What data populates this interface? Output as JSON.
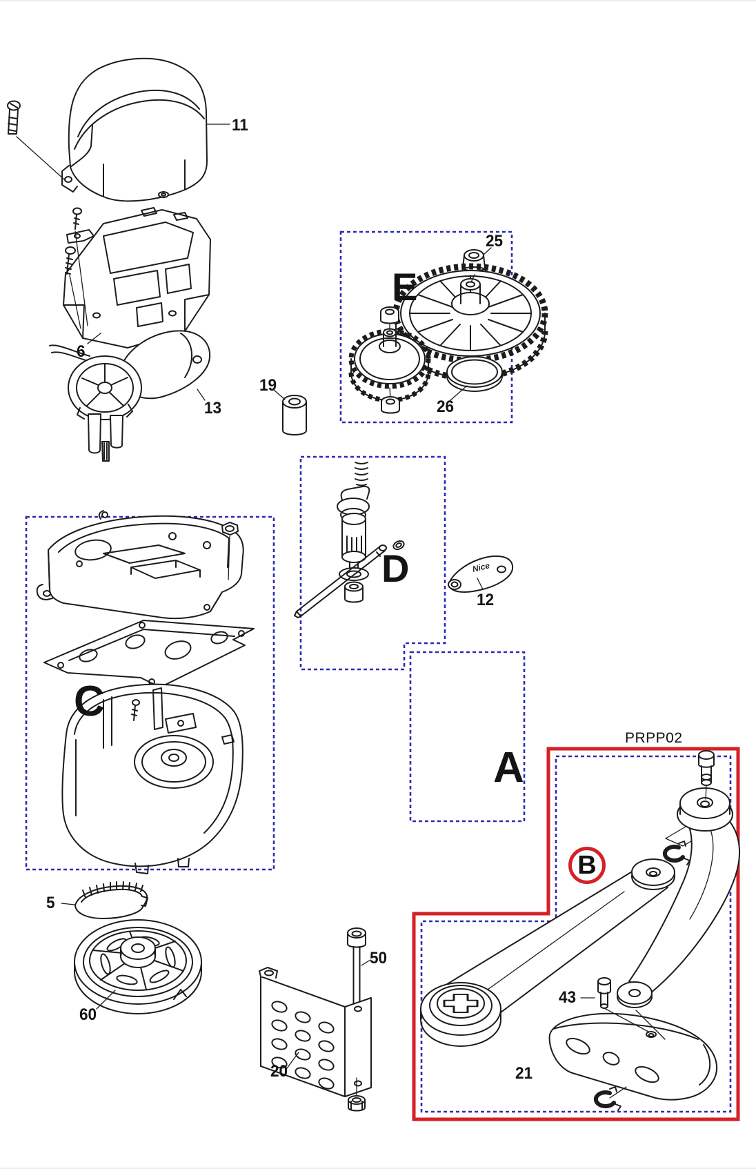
{
  "product_code": "PRPP02",
  "sections": {
    "a": "A",
    "b": "B",
    "c": "C",
    "d": "D",
    "e": "E"
  },
  "parts": {
    "p5": "5",
    "p6": "6",
    "p11": "11",
    "p12": "12",
    "p13": "13",
    "p19": "19",
    "p20": "20",
    "p21": "21",
    "p25": "25",
    "p26": "26",
    "p43": "43",
    "p50": "50",
    "p60": "60"
  },
  "key_logo_text": "Nice",
  "colors": {
    "line": "#1c1c1c",
    "box_blue": "#2b2bb4",
    "box_red": "#d42128",
    "label": "#141414",
    "bg": "#ffffff"
  }
}
